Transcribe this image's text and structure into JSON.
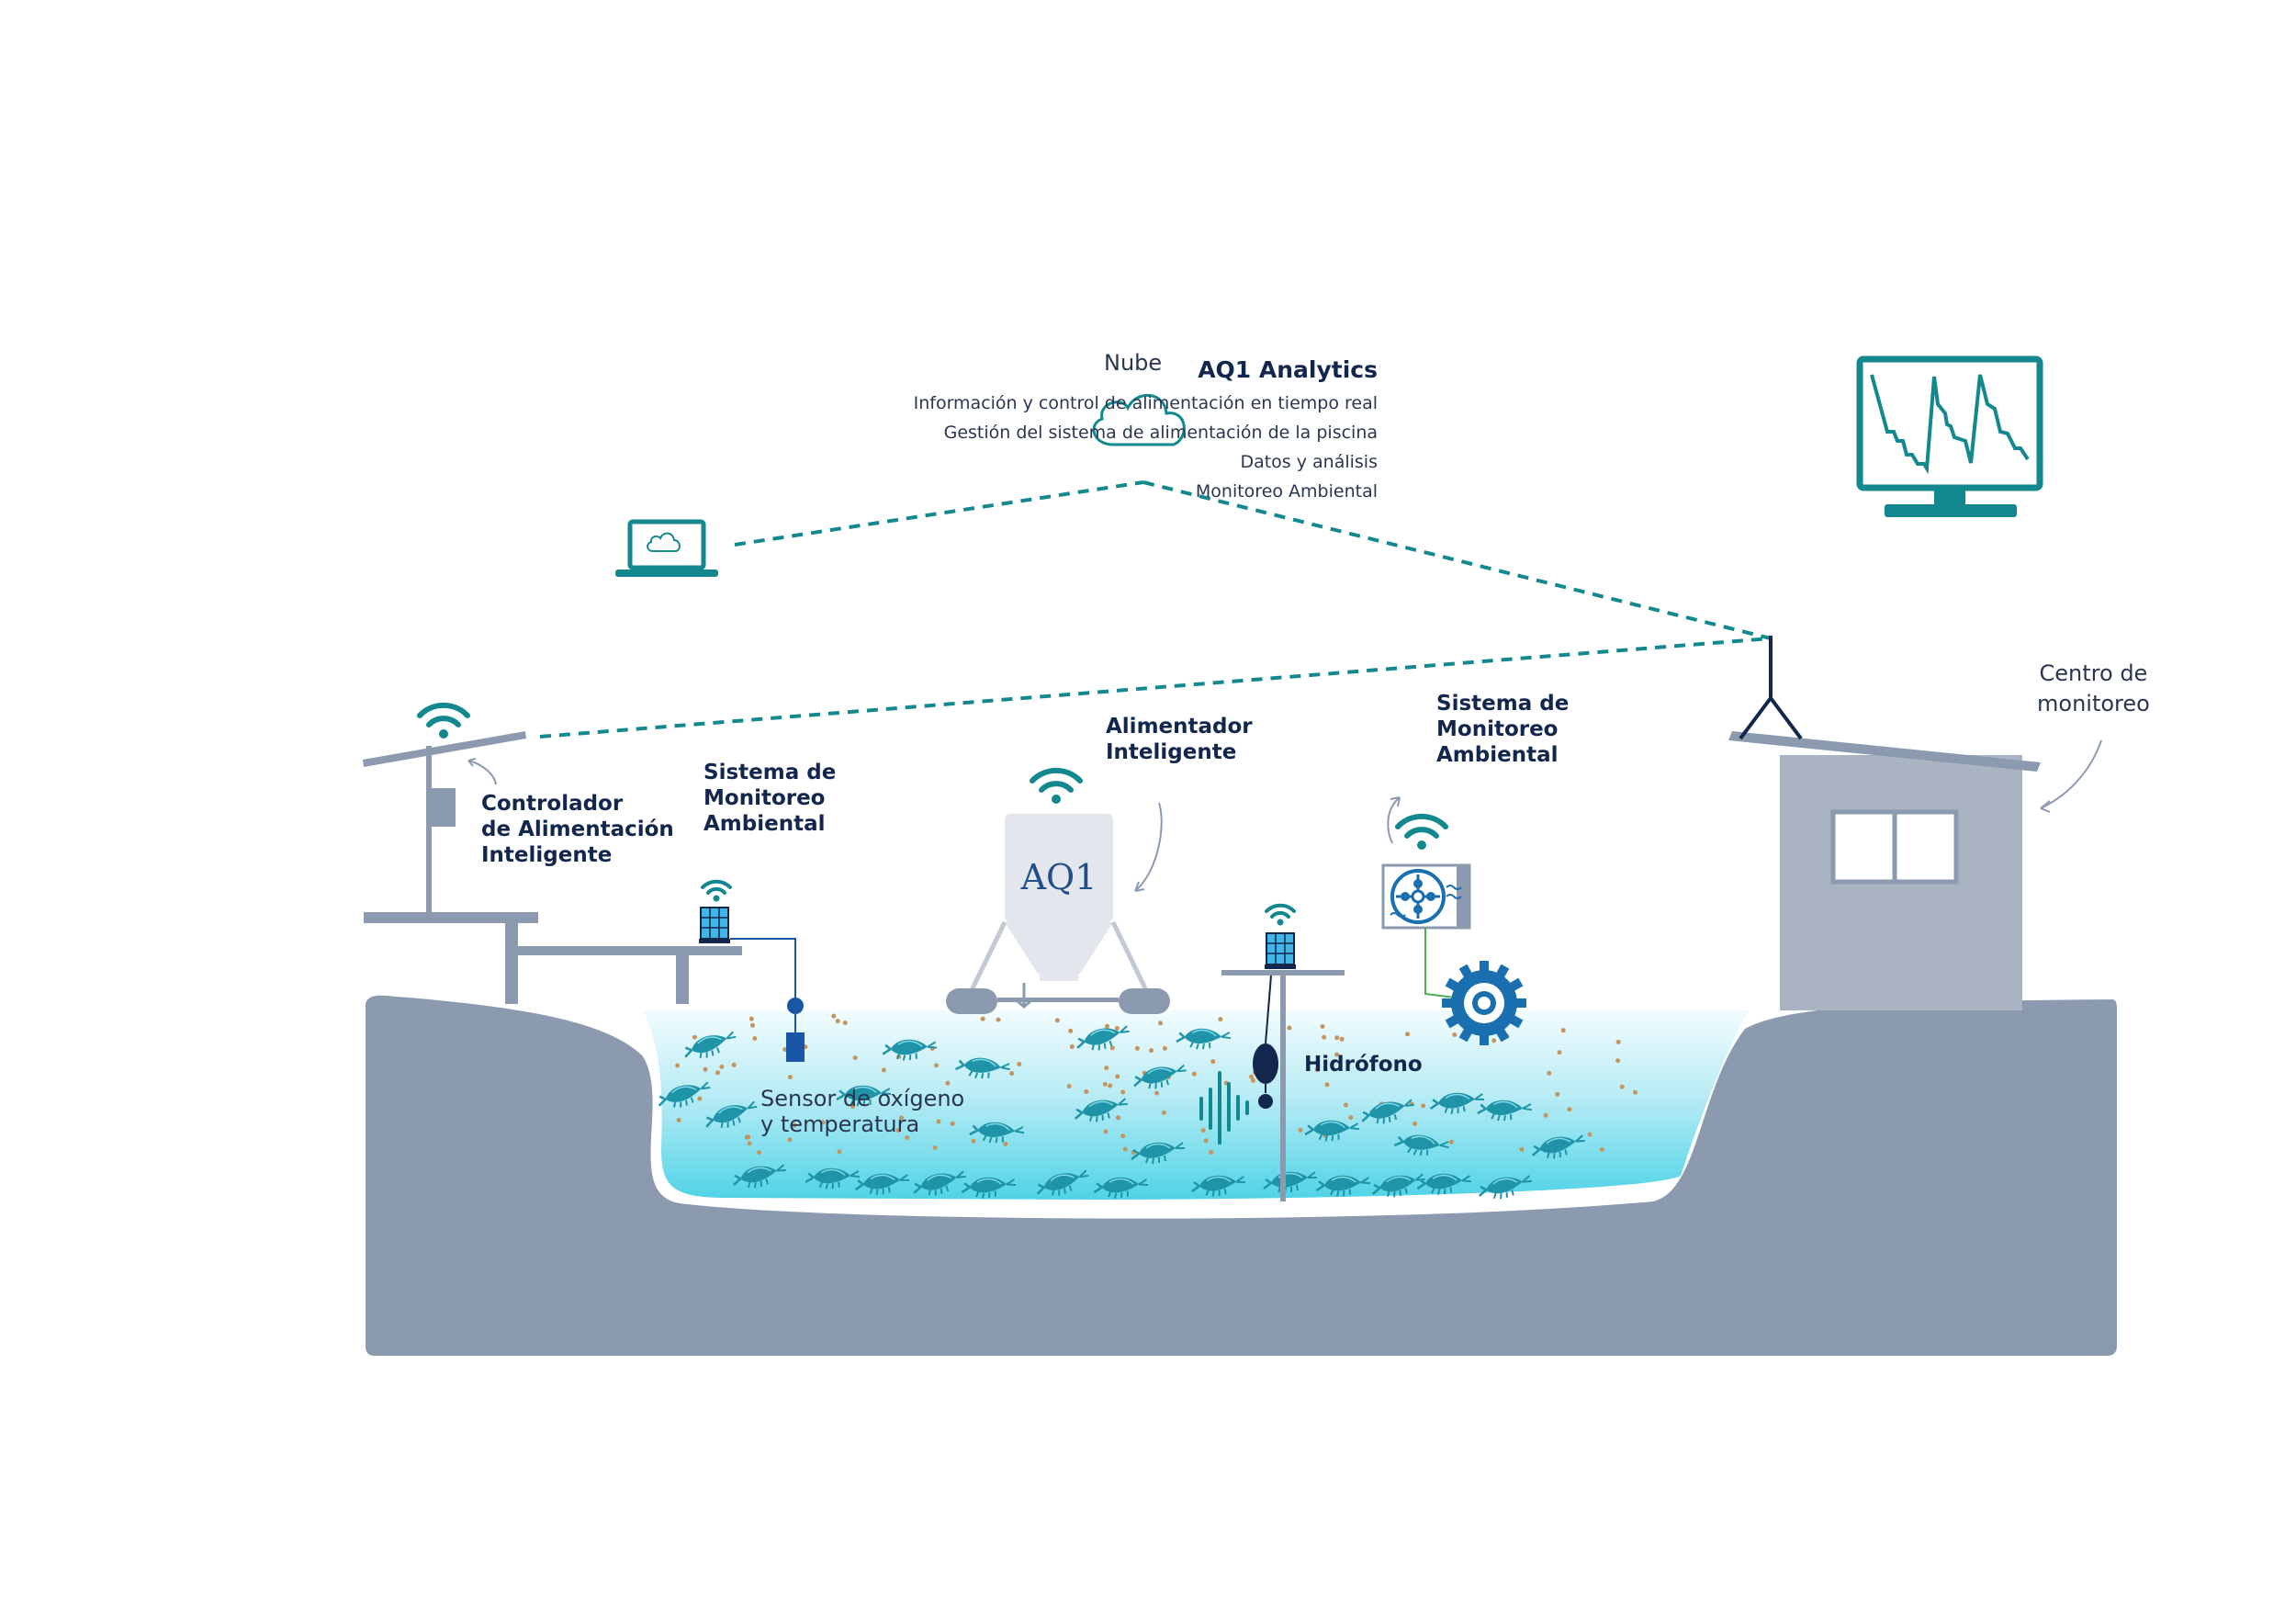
{
  "labels": {
    "cloud": "Nube",
    "controller_line1": "Controlador",
    "controller_line2": "de Alimentación",
    "controller_line3": "Inteligente",
    "env1_line1": "Sistema de",
    "env1_line2": "Monitoreo",
    "env1_line3": "Ambiental",
    "feeder_line1": "Alimentador",
    "feeder_line2": "Inteligente",
    "env2_line1": "Sistema de",
    "env2_line2": "Monitoreo",
    "env2_line3": "Ambiental",
    "center_line1": "Centro de",
    "center_line2": "monitoreo",
    "sensor_line1": "Sensor de oxígeno",
    "sensor_line2": "y temperatura",
    "hydrophone": "Hidrófono",
    "feeder_logo": "AQ1"
  },
  "analytics": {
    "title": "AQ1 Analytics",
    "items": [
      "Información y control de alimentación en tiempo real",
      "Gestión del sistema de alimentación de la piscina",
      "Datos y análisis",
      "Monitoreo Ambiental"
    ]
  },
  "colors": {
    "teal": "#13888f",
    "navy": "#13264d",
    "ground": "#8c9ab0",
    "building": "#aab3c2",
    "water_top": "#e8f9fd",
    "water_bottom": "#4fd3e6",
    "pellet": "#c59560"
  }
}
